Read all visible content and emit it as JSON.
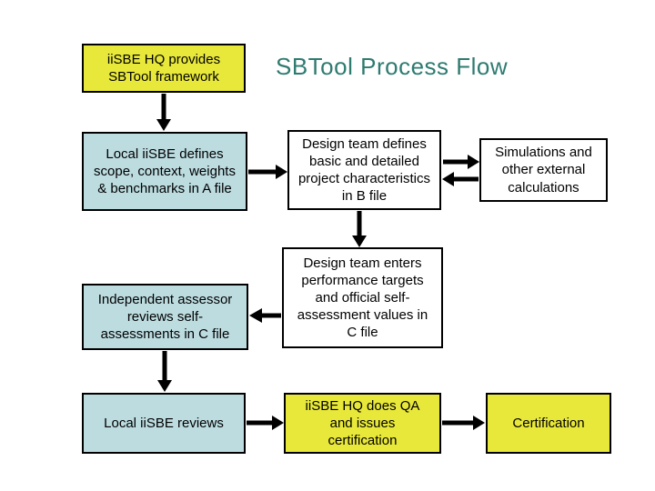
{
  "title": "SBTool Process Flow",
  "colors": {
    "box_yellow": "#e8e83a",
    "box_blue": "#bcdce0",
    "box_white": "#ffffff",
    "title_teal": "#2e7b70",
    "arrow_black": "#000000"
  },
  "boxes": {
    "hq_provides": {
      "label": "iiSBE HQ provides\nSBTool framework"
    },
    "local_defines": {
      "label": "Local iiSBE defines\nscope, context, weights\n& benchmarks in A file"
    },
    "design_defines": {
      "label": "Design team defines\nbasic and detailed\nproject characteristics\nin B file"
    },
    "simulations": {
      "label": "Simulations and\nother external\ncalculations"
    },
    "design_enters": {
      "label": "Design team enters\nperformance targets\nand official self-\nassessment values in\nC file"
    },
    "assessor_reviews": {
      "label": "Independent assessor\nreviews self-\nassessments in C file"
    },
    "local_reviews": {
      "label": "Local iiSBE reviews"
    },
    "hq_qa": {
      "label": "iiSBE HQ does QA\nand issues\ncertification"
    },
    "certification": {
      "label": "Certification"
    }
  }
}
